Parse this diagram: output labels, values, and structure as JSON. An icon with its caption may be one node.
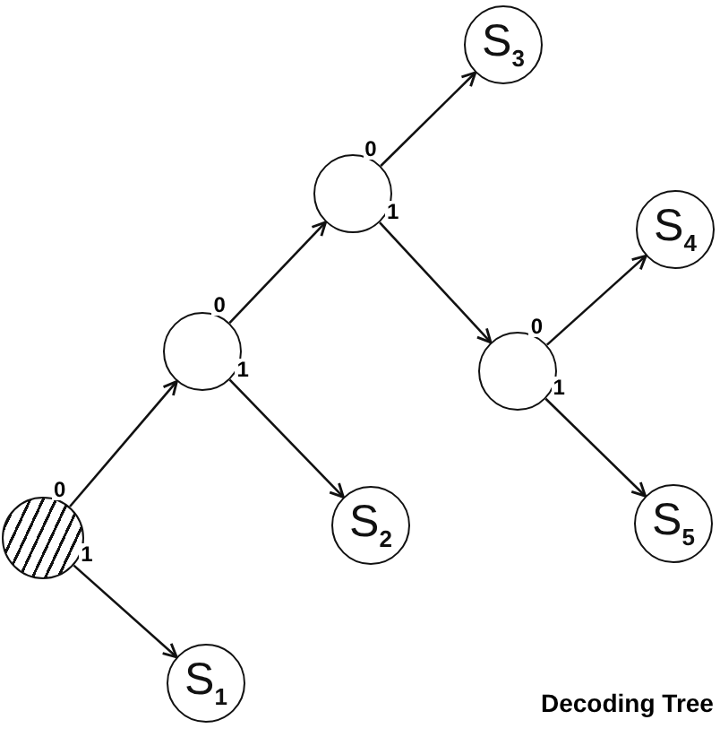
{
  "diagram": {
    "caption": "Decoding Tree",
    "nodes": [
      {
        "text": [],
        "shape": "circle"
      },
      {
        "text": [],
        "shape": "circle"
      },
      {
        "text": [],
        "shape": "circle"
      },
      {
        "text": [
          "S$_{3}$"
        ]
      },
      {
        "text": [],
        "shape": "circle"
      },
      {
        "text": [
          "S$_{4}$"
        ]
      },
      {
        "text": [
          "S$_{5}$"
        ]
      },
      {
        "text": [
          "S$_{2}$"
        ]
      },
      {
        "text": [
          "S$_{1}$"
        ]
      }
    ],
    "edges": [
      {
        "from": 0,
        "to": 1,
        "arrow": "to",
        "label": "0"
      },
      {
        "from": 0,
        "to": 8,
        "arrow": "to",
        "label": "1"
      },
      {
        "from": 1,
        "to": 2,
        "arrow": "to",
        "label": "0"
      },
      {
        "from": 1,
        "to": 7,
        "arrow": "to",
        "label": "1"
      },
      {
        "from": 2,
        "to": 3,
        "arrow": "to",
        "label": "0"
      },
      {
        "from": 2,
        "to": 4,
        "arrow": "to",
        "label": "1"
      },
      {
        "from": 4,
        "to": 5,
        "arrow": "to",
        "label": "0"
      },
      {
        "from": 4,
        "to": 6,
        "arrow": "to",
        "label": "1"
      }
    ]
  }
}
